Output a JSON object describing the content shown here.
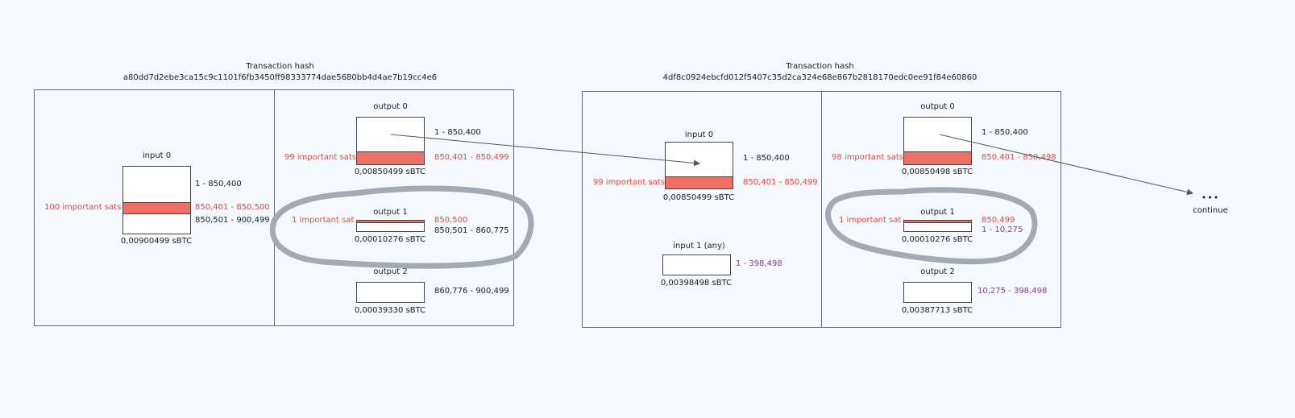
{
  "colors": {
    "background": "#f5f8fc",
    "highlight_fill": "#ee6f66",
    "red_text": "#e8483b",
    "purple_text": "#8e35b8",
    "ellipse_stroke": "#a3aab3"
  },
  "tx1": {
    "hash_label": "Transaction hash",
    "hash": "a80dd7d2ebe3ca15c9c1101f6fb3450ff98333774dae5680bb4d4ae7b19cc4e6",
    "input0": {
      "title": "input 0",
      "range_top": "1 - 850,400",
      "range_mid": "850,401 - 850,500",
      "range_bot": "850,501 - 900,499",
      "important": "100 important sats",
      "amount": "0,00900499 sBTC"
    },
    "output0": {
      "title": "output 0",
      "range_top": "1 - 850,400",
      "range_mid": "850,401 - 850,499",
      "important": "99 important sats",
      "amount": "0,00850499 sBTC"
    },
    "output1": {
      "title": "output 1",
      "range_top": "850,500",
      "range_bot": "850,501 - 860,775",
      "important": "1 important sat",
      "amount": "0,00010276 sBTC"
    },
    "output2": {
      "title": "output 2",
      "range": "860,776 - 900,499",
      "amount": "0,00039330 sBTC"
    }
  },
  "tx2": {
    "hash_label": "Transaction hash",
    "hash": "4df8c0924ebcfd012f5407c35d2ca324e68e867b2818170edc0ee91f84e60860",
    "input0": {
      "title": "input 0",
      "range_top": "1 - 850,400",
      "range_mid": "850,401 - 850,499",
      "important": "99 important sats",
      "amount": "0,00850499 sBTC"
    },
    "input1": {
      "title": "input 1 (any)",
      "range": "1 - 398,498",
      "amount": "0,00398498 sBTC"
    },
    "output0": {
      "title": "output 0",
      "range_top": "1 - 850,400",
      "range_mid": "850,401 - 850,498",
      "important": "98 important sats",
      "amount": "0,00850498 sBTC"
    },
    "output1": {
      "title": "output 1",
      "range_top": "850,499",
      "range_bot": "1 - 10,275",
      "important": "1 important sat",
      "amount": "0,00010276 sBTC"
    },
    "output2": {
      "title": "output 2",
      "range": "10,275 - 398,498",
      "amount": "0,00387713 sBTC"
    }
  },
  "continue": {
    "dots": "•••",
    "label": "continue"
  }
}
